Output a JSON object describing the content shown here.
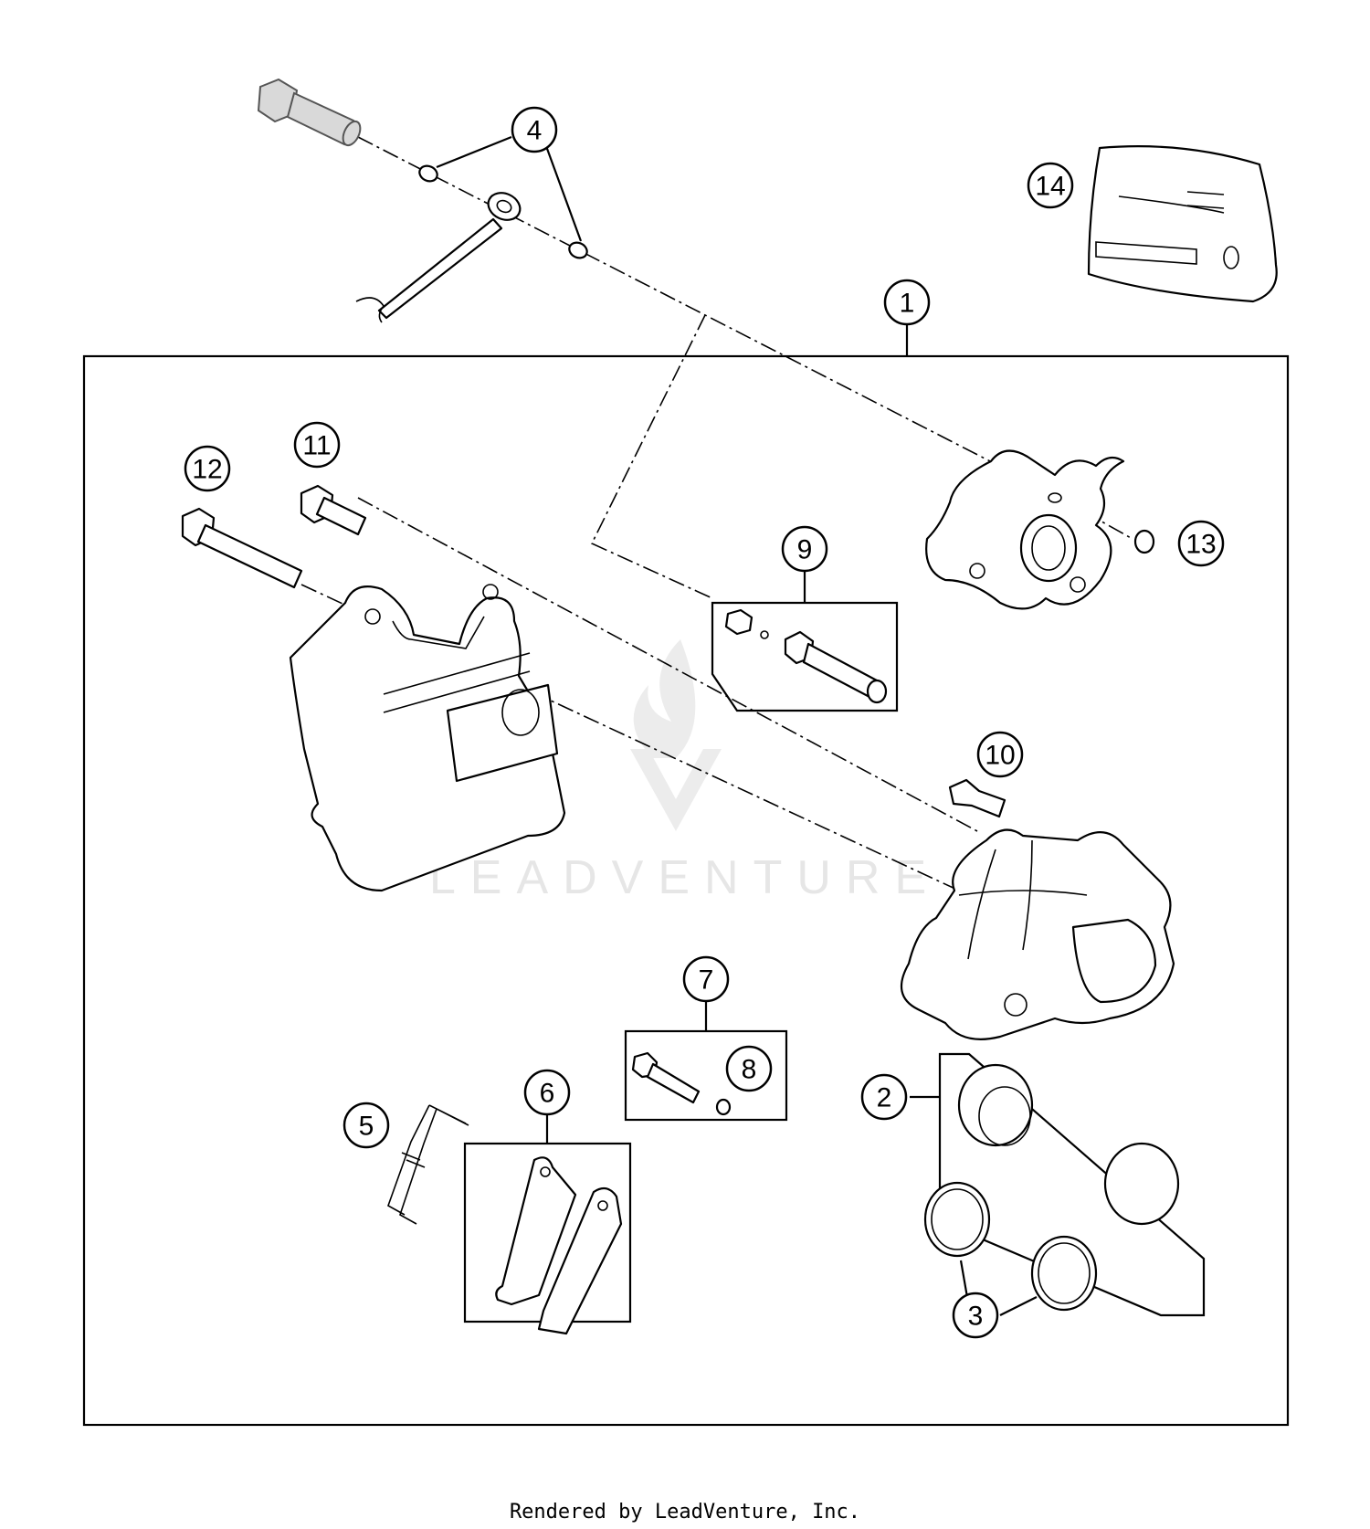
{
  "callouts": [
    "1",
    "2",
    "3",
    "4",
    "5",
    "6",
    "7",
    "8",
    "9",
    "10",
    "11",
    "12",
    "13",
    "14"
  ],
  "watermark": "LEADVENTURE",
  "footer": "Rendered by LeadVenture, Inc."
}
